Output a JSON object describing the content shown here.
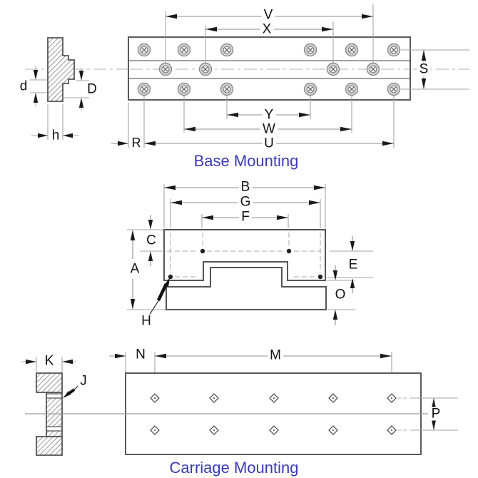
{
  "titles": {
    "base": "Base Mounting",
    "carriage": "Carriage Mounting"
  },
  "colors": {
    "title_blue": "#3A3AB8",
    "part_outline": "#5a5a5a",
    "dimension_gray": "#9a9a9a",
    "label_black": "#111111"
  },
  "base_mounting": {
    "labels": {
      "V": "V",
      "X": "X",
      "S": "S",
      "d": "d",
      "D": "D",
      "h": "h",
      "R": "R",
      "Y": "Y",
      "W": "W",
      "U": "U"
    }
  },
  "carriage_cross_section": {
    "labels": {
      "B": "B",
      "G": "G",
      "F": "F",
      "C": "C",
      "A": "A",
      "E": "E",
      "O": "O",
      "H": "H"
    }
  },
  "carriage_mounting": {
    "labels": {
      "K": "K",
      "J": "J",
      "N": "N",
      "M": "M",
      "P": "P"
    }
  }
}
